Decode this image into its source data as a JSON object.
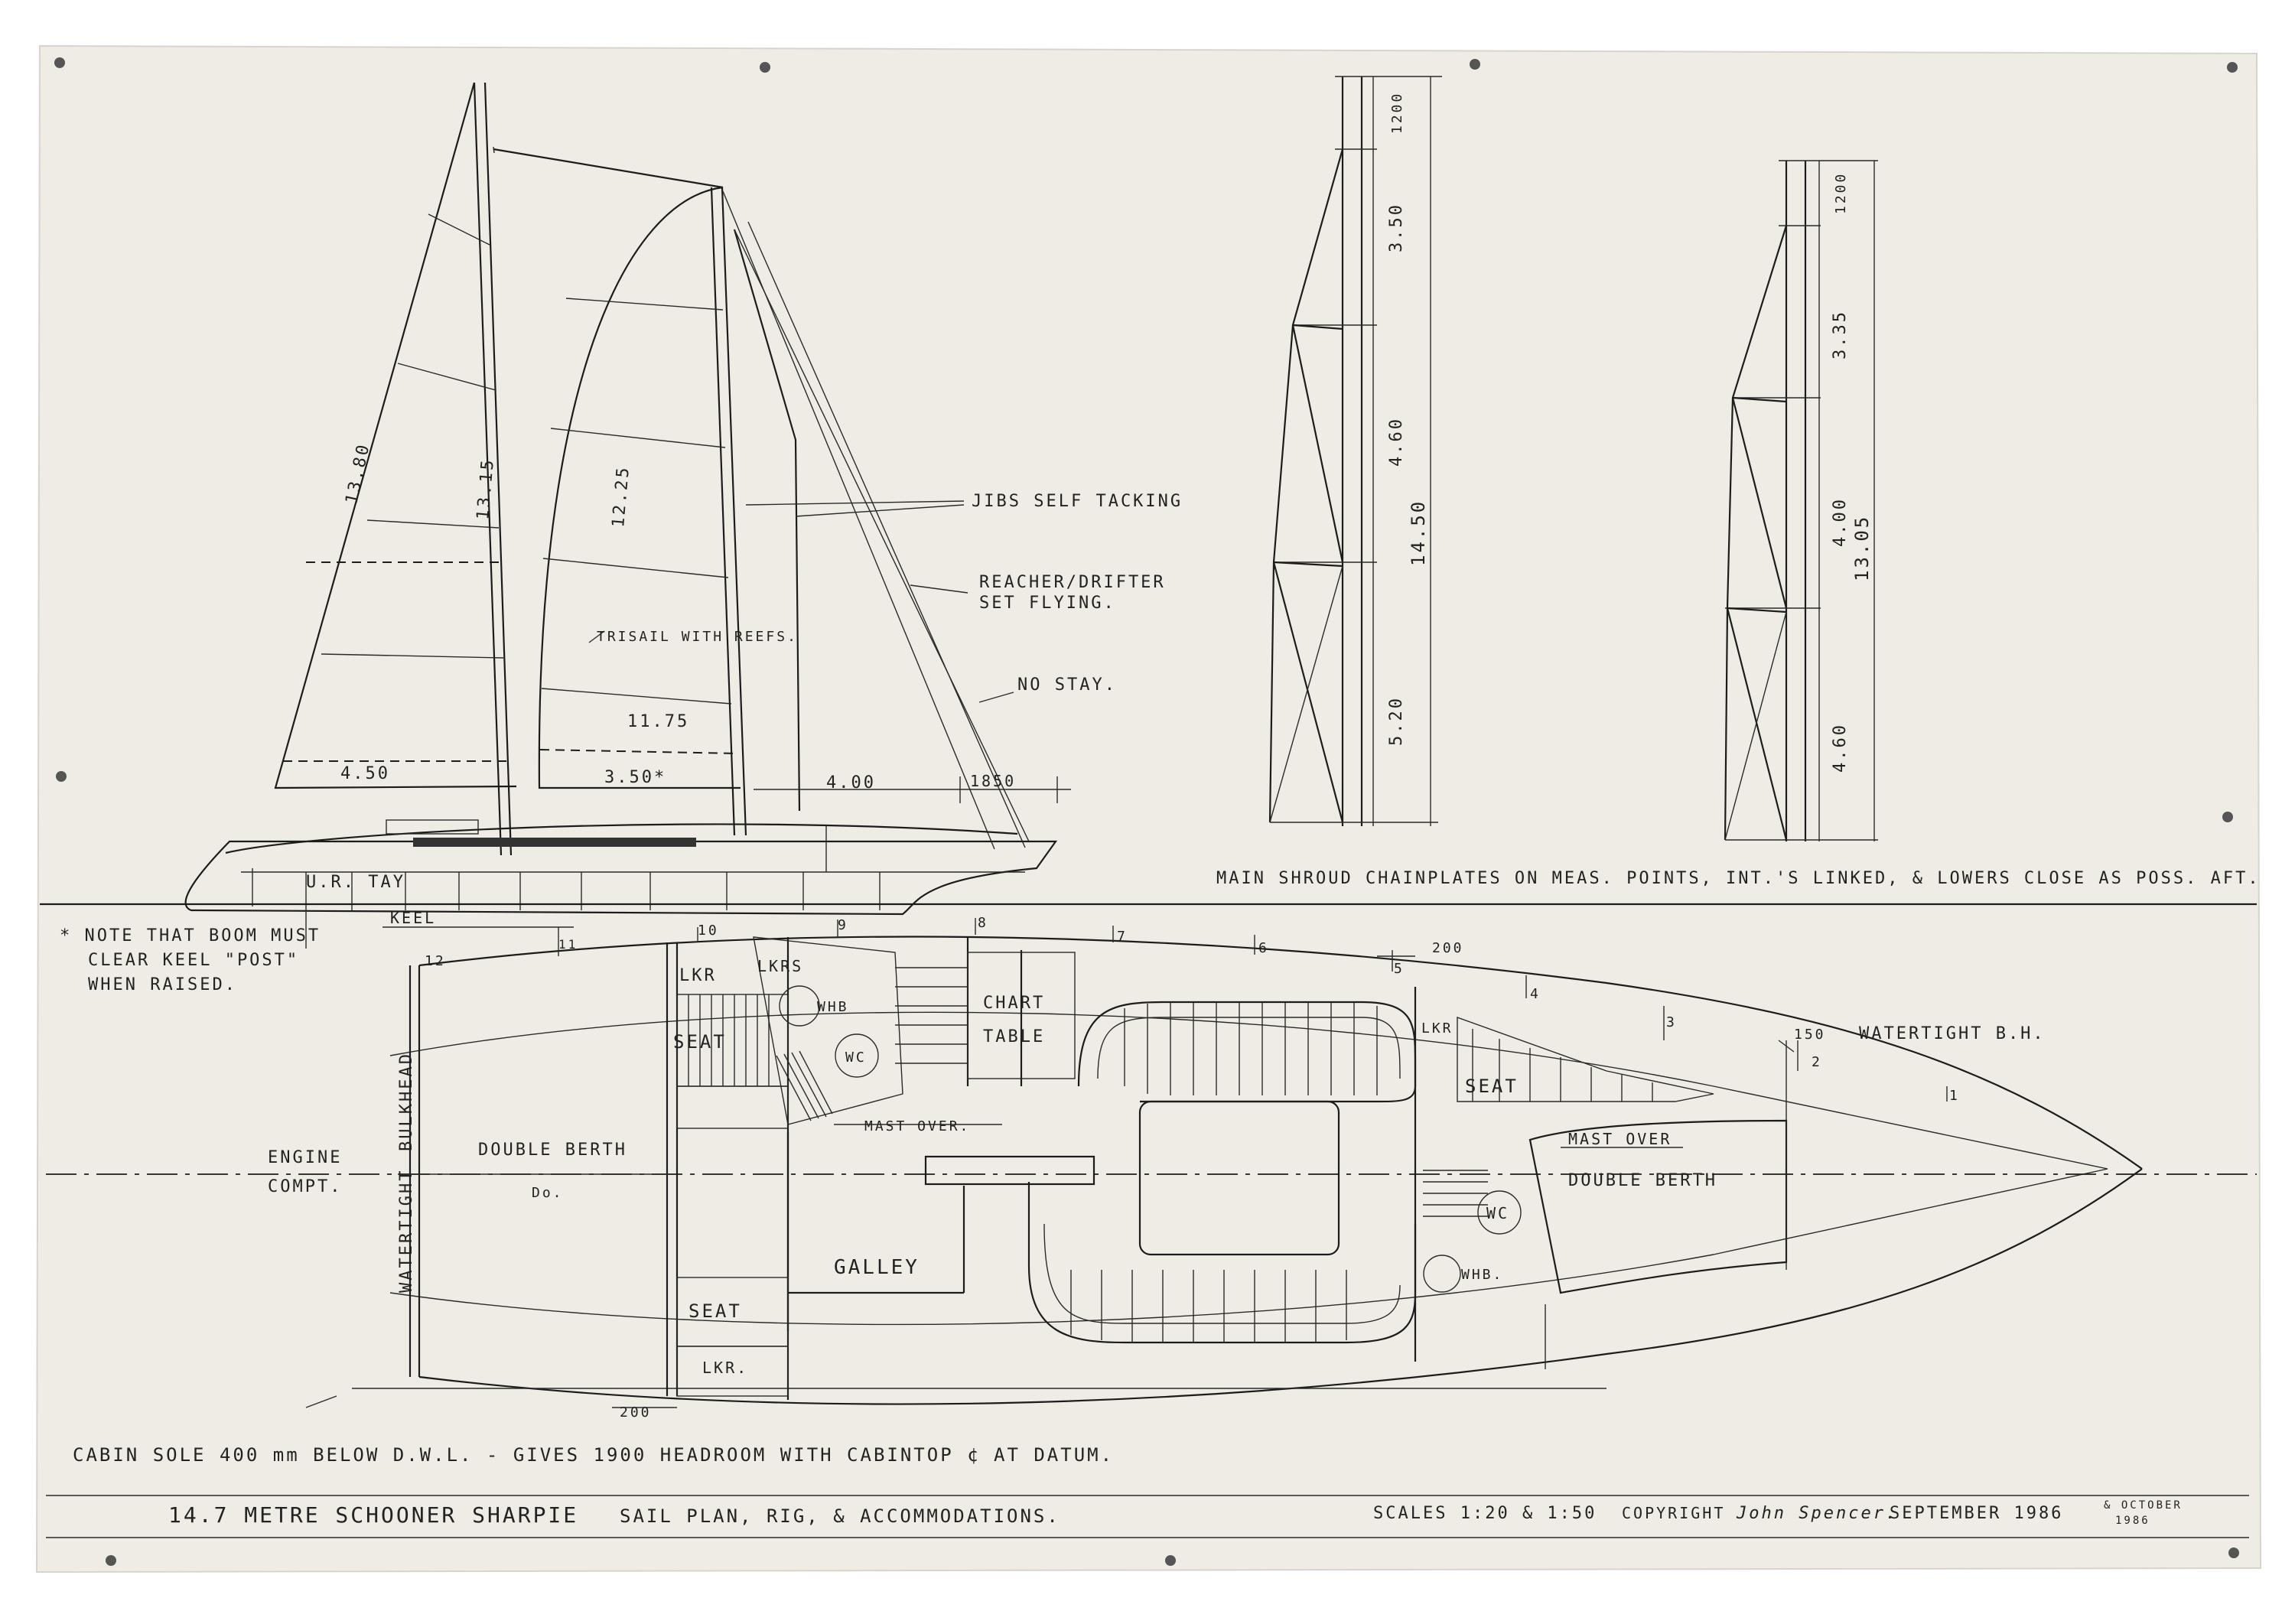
{
  "sail_plan": {
    "dim_main_luff": "13.80",
    "dim_main_leech": "13.15",
    "dim_fore_luff": "12.25",
    "dim_fore_height": "11.75",
    "dim_main_foot": "4.50",
    "dim_fore_foot": "3.50*",
    "dim_jib_foot": "4.00",
    "dim_bowsprit": "1850",
    "note_trisail": "TRISAIL WITH REEFS.",
    "note_jibs": "JIBS SELF TACKING",
    "note_reacher_1": "REACHER/DRIFTER",
    "note_reacher_2": "SET FLYING.",
    "note_nostay": "NO STAY.",
    "hull_label": "U.R. TAY"
  },
  "rig_main": {
    "top": "1200",
    "upper": "3.50",
    "middle": "4.60",
    "lower": "5.20",
    "total": "14.50"
  },
  "rig_fore": {
    "top": "1200",
    "upper": "3.35",
    "middle": "4.00",
    "lower": "4.60",
    "total": "13.05"
  },
  "rig_note": "MAIN SHROUD CHAINPLATES ON MEAS. POINTS, INT.'S LINKED, & LOWERS CLOSE AS POSS. AFT.",
  "boom_note": {
    "line1": "* NOTE THAT BOOM MUST",
    "line2": "CLEAR KEEL \"POST\"",
    "line3": "WHEN RAISED."
  },
  "accommodation": {
    "keel": "KEEL",
    "station_12": "12",
    "station_11": "11",
    "station_10": "10",
    "station_9": "9",
    "station_8": "8",
    "station_7": "7",
    "station_6": "6",
    "station_5": "5",
    "station_4": "4",
    "station_3": "3",
    "station_2": "2",
    "station_1": "1",
    "dim_200_top": "200",
    "dim_200_bottom": "200",
    "dim_150": "150",
    "watertight_bh_note": "WATERTIGHT B.H.",
    "engine_1": "ENGINE",
    "engine_2": "COMPT.",
    "bulkhead": "BULKHEAD",
    "watertight": "WATERTIGHT",
    "double_berth_aft": "DOUBLE BERTH",
    "double_berth_aft_sub": "Do.",
    "lkr_1": "LKR",
    "lkrs": "LKRS",
    "lkr_3": "LKR",
    "lkr_4": "LKR.",
    "seat_1": "SEAT",
    "seat_2": "SEAT",
    "seat_3": "SEAT",
    "whb_1": "WHB",
    "whb_2": "WHB.",
    "wc_1": "WC",
    "wc_2": "WC",
    "chart_1": "CHART",
    "chart_2": "TABLE",
    "mast_over_1": "MAST OVER.",
    "mast_over_2": "MAST OVER",
    "galley": "GALLEY",
    "double_berth_fwd": "DOUBLE BERTH"
  },
  "cabin_note": "CABIN SOLE 400 mm BELOW D.W.L. - GIVES 1900 HEADROOM WITH CABINTOP ¢ AT DATUM.",
  "title_block": {
    "title": "14.7 METRE SCHOONER SHARPIE",
    "subtitle": "SAIL PLAN, RIG, & ACCOMMODATIONS.",
    "scales": "SCALES 1:20 & 1:50",
    "copyright": "COPYRIGHT",
    "author": "John Spencer.",
    "date": "SEPTEMBER 1986",
    "revised_1": "& OCTOBER",
    "revised_2": "1986"
  },
  "colors": {
    "paper": "#efece6",
    "ink": "#1c1c1c"
  }
}
